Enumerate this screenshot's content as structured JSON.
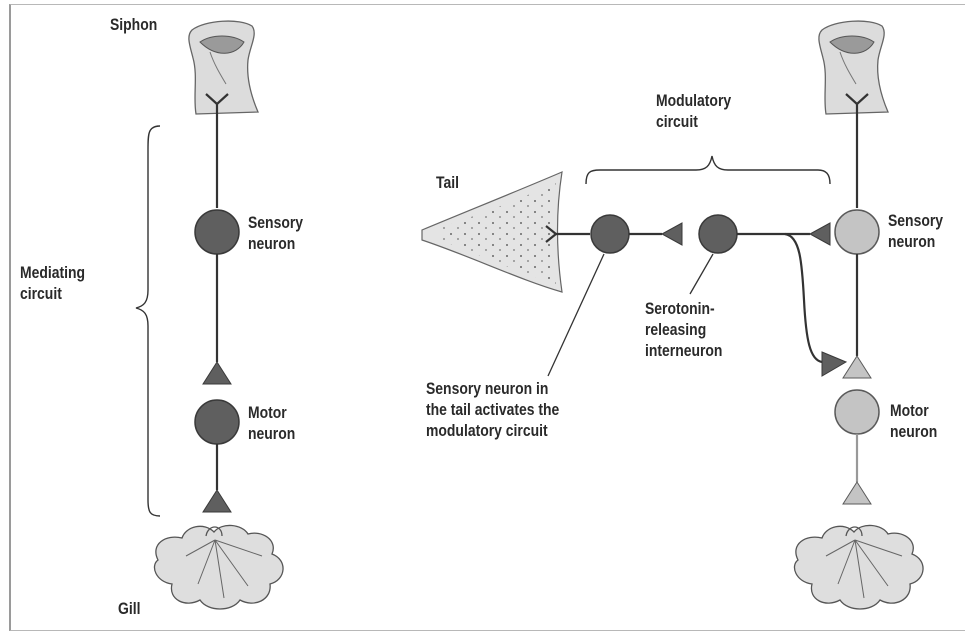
{
  "labels": {
    "siphon": "Siphon",
    "sensory_neuron_left": "Sensory\nneuron",
    "mediating_circuit": "Mediating\ncircuit",
    "motor_neuron_left": "Motor\nneuron",
    "gill": "Gill",
    "modulatory_circuit": "Modulatory\ncircuit",
    "tail": "Tail",
    "sensory_neuron_right": "Sensory\nneuron",
    "serotonin_interneuron": "Serotonin-\nreleasing\ninterneuron",
    "tail_sensory_caption": "Sensory neuron in\nthe tail activates the\nmodulatory circuit",
    "motor_neuron_right": "Motor\nneuron"
  },
  "colors": {
    "dark_neuron": "#5f5f5f",
    "light_neuron": "#c4c4c4",
    "line": "#333333",
    "tissue": "#dcdcdc"
  }
}
